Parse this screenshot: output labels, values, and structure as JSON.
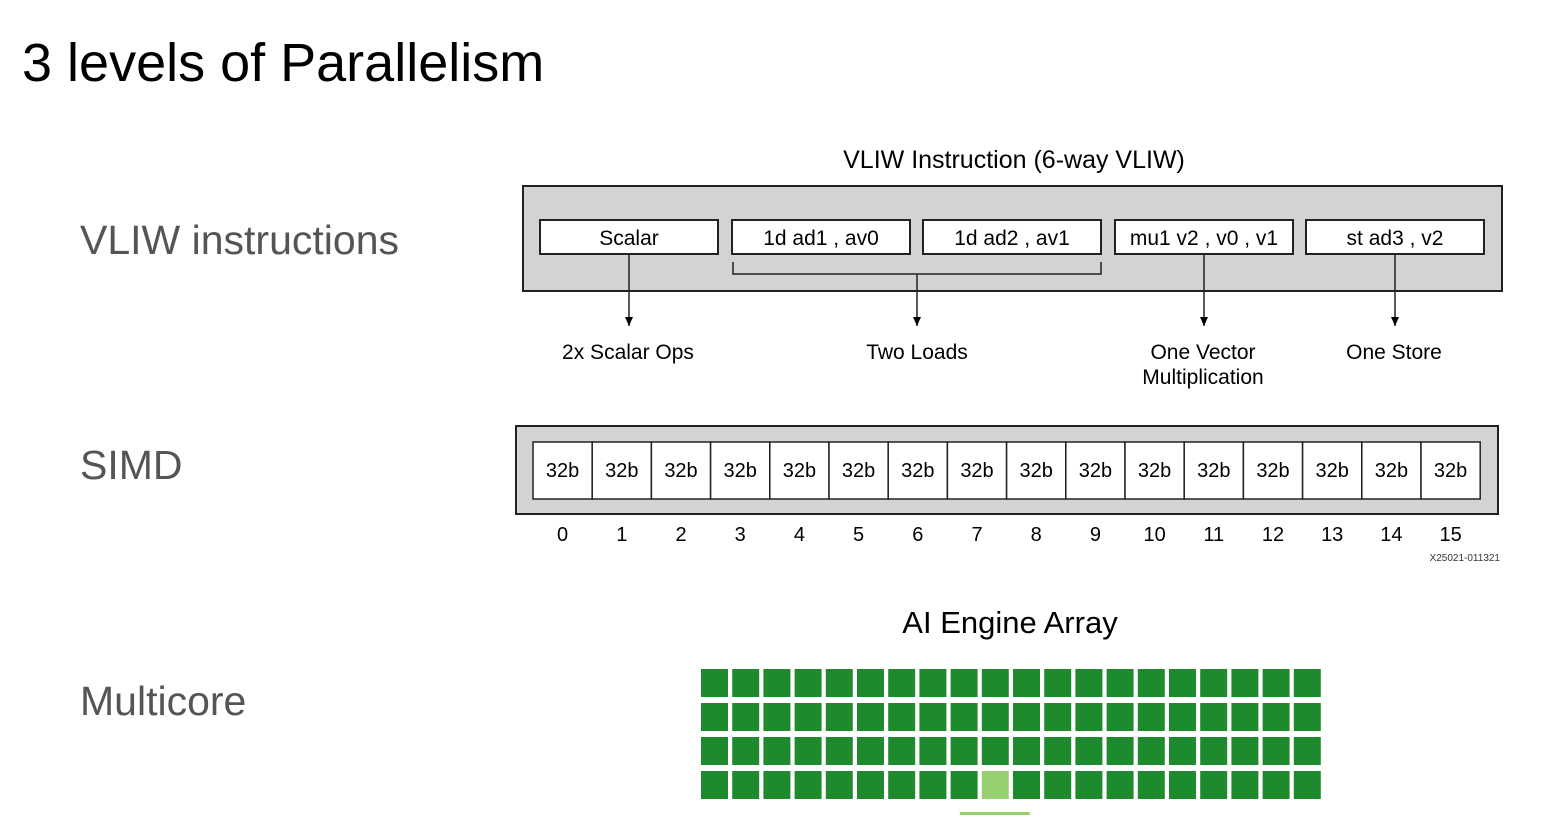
{
  "title": "3 levels of Parallelism",
  "sections": [
    {
      "label": "VLIW instructions"
    },
    {
      "label": "SIMD"
    },
    {
      "label": "Multicore"
    }
  ],
  "vliw": {
    "heading": "VLIW Instruction (6-way VLIW)",
    "slots": [
      "Scalar",
      "1d ad1 , av0",
      "1d ad2 , av1",
      "mu1 v2 , v0 , v1",
      "st ad3 , v2"
    ],
    "annotations": [
      {
        "lines": [
          "2x Scalar Ops"
        ]
      },
      {
        "lines": [
          "Two Loads"
        ]
      },
      {
        "lines": [
          "One Vector",
          "Multiplication"
        ]
      },
      {
        "lines": [
          "One Store"
        ]
      }
    ]
  },
  "simd": {
    "lane_label": "32b",
    "lane_indices": [
      "0",
      "1",
      "2",
      "3",
      "4",
      "5",
      "6",
      "7",
      "8",
      "9",
      "10",
      "11",
      "12",
      "13",
      "14",
      "15"
    ],
    "figure_id": "X25021-011321"
  },
  "aie": {
    "heading": "AI Engine Array",
    "rows": 4,
    "cols": 20,
    "highlight": {
      "row": 3,
      "col": 9
    },
    "tile_color": "#1e8a2e",
    "highlight_color": "#97d070"
  }
}
